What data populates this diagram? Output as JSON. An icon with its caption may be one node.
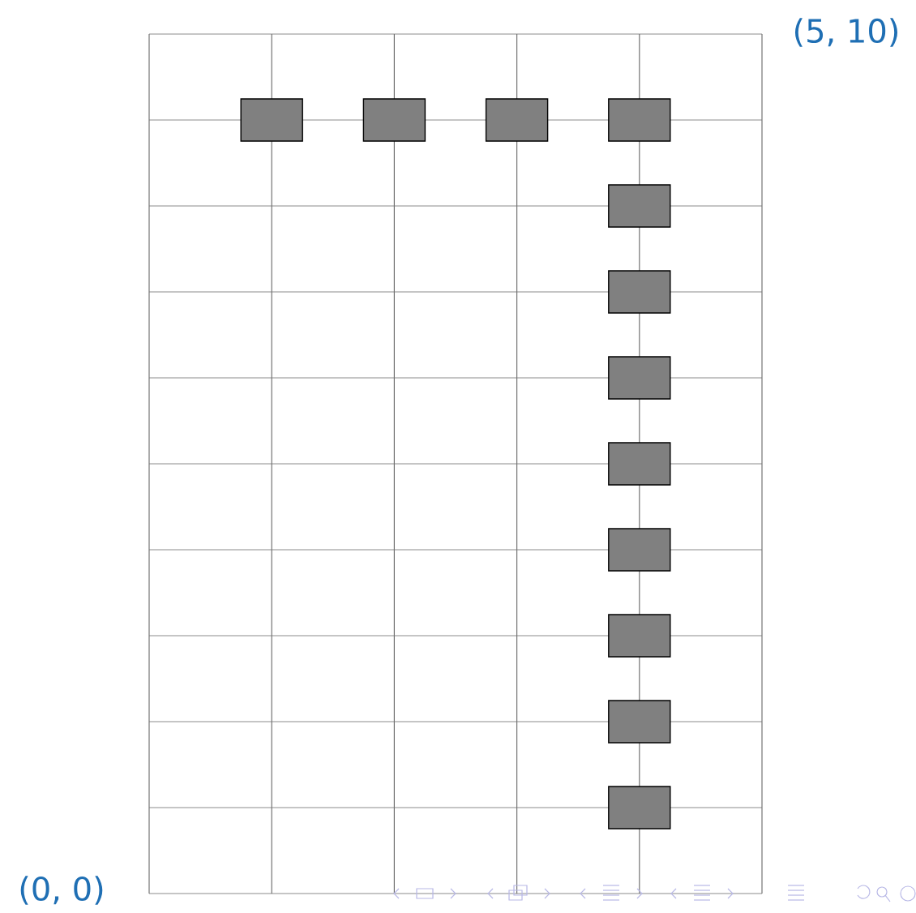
{
  "diagram": {
    "nodes": [
      {
        "text": [],
        "shape": "box"
      },
      {
        "text": [],
        "shape": "box"
      },
      {
        "text": [],
        "shape": "box"
      },
      {
        "text": [],
        "shape": "box"
      },
      {
        "text": [],
        "shape": "box"
      },
      {
        "text": [],
        "shape": "box"
      },
      {
        "text": [],
        "shape": "box"
      },
      {
        "text": [],
        "shape": "box"
      },
      {
        "text": [],
        "shape": "box"
      },
      {
        "text": [],
        "shape": "box"
      },
      {
        "text": [],
        "shape": "box"
      },
      {
        "text": [],
        "shape": "box"
      }
    ],
    "labels": [
      "(0, 0)",
      "(5, 10)"
    ]
  }
}
